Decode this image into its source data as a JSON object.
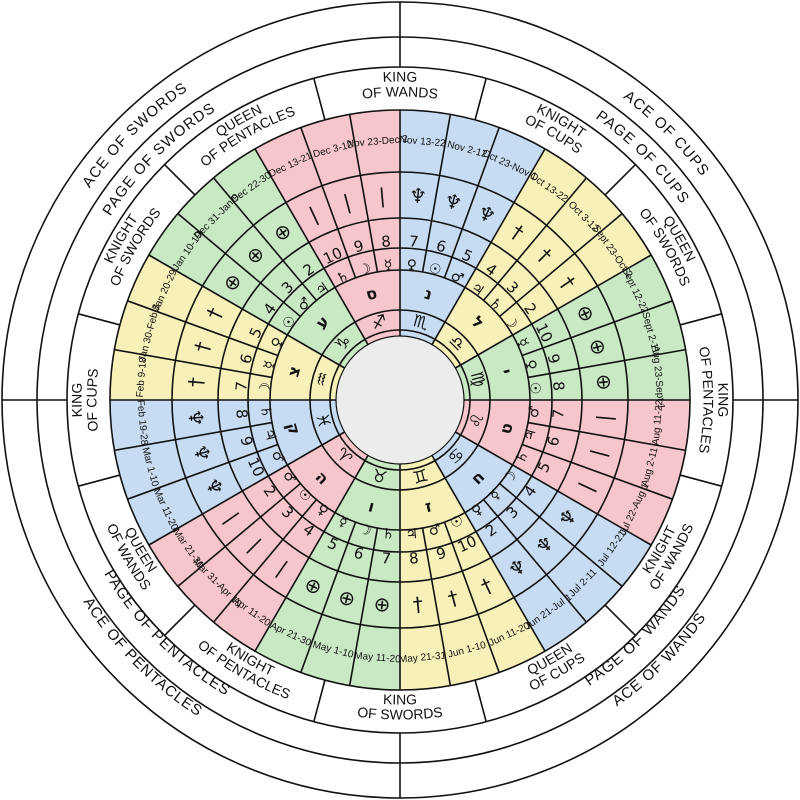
{
  "colors": {
    "wands": "#f6c6cc",
    "cups": "#c7dcf2",
    "swords": "#f7f1b9",
    "pentacles": "#c9e8c4",
    "line": "#111111",
    "centerHub": "#ececec"
  },
  "suit_icons": {
    "wands": "wand-icon",
    "cups": "cup-icon",
    "swords": "sword-icon",
    "pentacles": "pentacle-icon"
  },
  "outer_aces": [
    {
      "label": "ACE OF CUPS"
    },
    {
      "label": "ACE OF WANDS"
    },
    {
      "label": "ACE OF PENTACLES"
    },
    {
      "label": "ACE OF SWORDS"
    }
  ],
  "pages": [
    {
      "label": "PAGE OF CUPS"
    },
    {
      "label": "PAGE OF WANDS"
    },
    {
      "label": "PAGE OF PENTACLES"
    },
    {
      "label": "PAGE OF SWORDS"
    }
  ],
  "court_cards": [
    {
      "line1": "KNIGHT",
      "line2": "OF CUPS"
    },
    {
      "line1": "QUEEN",
      "line2": "OF SWORDS"
    },
    {
      "line1": "KING",
      "line2": "OF PENTACLES"
    },
    {
      "line1": "KNIGHT",
      "line2": "OF WANDS"
    },
    {
      "line1": "QUEEN",
      "line2": "OF CUPS"
    },
    {
      "line1": "KING",
      "line2": "OF SWORDS"
    },
    {
      "line1": "KNIGHT",
      "line2": "OF PENTACLES"
    },
    {
      "line1": "QUEEN",
      "line2": "OF WANDS"
    },
    {
      "line1": "KING",
      "line2": "OF CUPS"
    },
    {
      "line1": "KNIGHT",
      "line2": "OF SWORDS"
    },
    {
      "line1": "QUEEN",
      "line2": "OF PENTACLES"
    },
    {
      "line1": "KING",
      "line2": "OF WANDS"
    }
  ],
  "signs": [
    {
      "glyph": "♏",
      "letter": "נ",
      "dates": [
        "Oct 23-Nov 1",
        "Nov 2-12",
        "Nov 13-22"
      ],
      "numbers": [
        "5",
        "6",
        "7"
      ],
      "planets": [
        "♂",
        "☉",
        "♀"
      ],
      "suit": "cups"
    },
    {
      "glyph": "♎",
      "letter": "ל",
      "dates": [
        "Sept 23-Oct 2",
        "Oct 3-12",
        "Oct 13-22"
      ],
      "numbers": [
        "2",
        "3",
        "4"
      ],
      "planets": [
        "☽",
        "♄",
        "♃"
      ],
      "suit": "swords"
    },
    {
      "glyph": "♍",
      "letter": "י",
      "dates": [
        "Aug 23-Sept 1",
        "Sept 2-11",
        "Sept 12-22"
      ],
      "numbers": [
        "8",
        "9",
        "10"
      ],
      "planets": [
        "☉",
        "♀",
        "☿"
      ],
      "suit": "pentacles"
    },
    {
      "glyph": "♌",
      "letter": "ט",
      "dates": [
        "Jul 22-Aug 1",
        "Aug 2-11",
        "Aug 11-22"
      ],
      "numbers": [
        "5",
        "6",
        "7"
      ],
      "planets": [
        "♄",
        "♃",
        "♂"
      ],
      "suit": "wands"
    },
    {
      "glyph": "♋",
      "letter": "ח",
      "dates": [
        "Jun 21-Jul 1",
        "Jul 2-11",
        "Jul 12-21"
      ],
      "numbers": [
        "2",
        "3",
        "4"
      ],
      "planets": [
        "♀",
        "☿",
        "☽"
      ],
      "suit": "cups"
    },
    {
      "glyph": "♊",
      "letter": "ז",
      "dates": [
        "May 21-31",
        "Jun 1-10",
        "Jun 11-20"
      ],
      "numbers": [
        "8",
        "9",
        "10"
      ],
      "planets": [
        "♃",
        "♂",
        "☉"
      ],
      "suit": "swords"
    },
    {
      "glyph": "♉",
      "letter": "ו",
      "dates": [
        "Apr 21-30",
        "May 1-10",
        "May 11-20"
      ],
      "numbers": [
        "5",
        "6",
        "7"
      ],
      "planets": [
        "☿",
        "☽",
        "♄"
      ],
      "suit": "pentacles"
    },
    {
      "glyph": "♈",
      "letter": "ה",
      "dates": [
        "Mar 21-30",
        "Mar 31-Apr 10",
        "Apr 11-20"
      ],
      "numbers": [
        "2",
        "3",
        "4"
      ],
      "planets": [
        "♂",
        "☉",
        "♀"
      ],
      "suit": "wands"
    },
    {
      "glyph": "♓",
      "letter": "ק",
      "dates": [
        "Feb 19-28",
        "Mar 1-10",
        "Mar 11-20"
      ],
      "numbers": [
        "8",
        "9",
        "10"
      ],
      "planets": [
        "♄",
        "♃",
        "♂"
      ],
      "suit": "cups"
    },
    {
      "glyph": "♒",
      "letter": "צ",
      "dates": [
        "Jan 20-29",
        "Jan 30-Feb 8",
        "Feb 9-18"
      ],
      "numbers": [
        "5",
        "6",
        "7"
      ],
      "planets": [
        "♀",
        "☿",
        "☽"
      ],
      "suit": "swords"
    },
    {
      "glyph": "♑",
      "letter": "ע",
      "dates": [
        "Dec 22-30",
        "Dec 31-Jan 9",
        "Jan 10-19"
      ],
      "numbers": [
        "2",
        "3",
        "4"
      ],
      "planets": [
        "♃",
        "♂",
        "☉"
      ],
      "suit": "pentacles"
    },
    {
      "glyph": "♐",
      "letter": "ס",
      "dates": [
        "Nov 23-Dec 2",
        "Dec 3-12",
        "Dec 13-21"
      ],
      "numbers": [
        "8",
        "9",
        "10"
      ],
      "planets": [
        "☿",
        "☽",
        "♄"
      ],
      "suit": "wands"
    }
  ]
}
